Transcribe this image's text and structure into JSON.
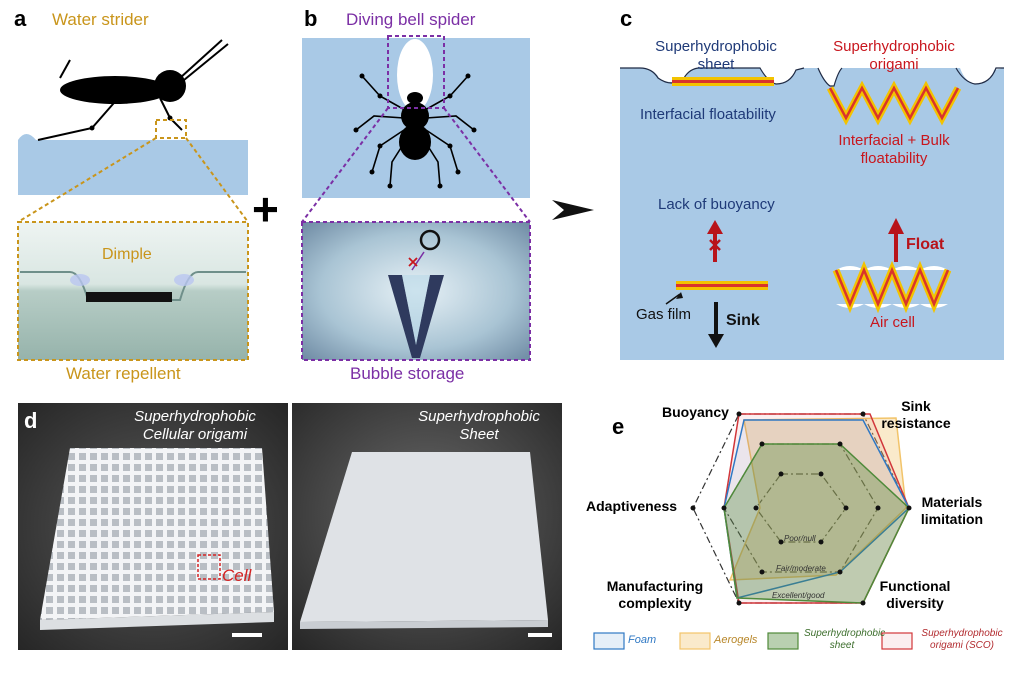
{
  "panel_a": {
    "label": "a",
    "title": "Water strider",
    "inset_label": "Dimple",
    "caption": "Water repellent",
    "color": "#c9951b"
  },
  "plus_sign": "+",
  "panel_b": {
    "label": "b",
    "title": "Diving bell spider",
    "caption": "Bubble storage",
    "color": "#7b2fa5"
  },
  "panel_c": {
    "label": "c",
    "sheet_title_line1": "Superhydrophobic",
    "sheet_title_line2": "sheet",
    "origami_title_line1": "Superhydrophobic",
    "origami_title_line2": "origami",
    "interfacial": "Interfacial floatability",
    "bulk_line1": "Interfacial + Bulk",
    "bulk_line2": "floatability",
    "lack": "Lack of buoyancy",
    "float": "Float",
    "gas_film": "Gas film",
    "sink": "Sink",
    "air_cell": "Air cell",
    "blue_text": "#1f3a78",
    "red_text": "#c8161d"
  },
  "panel_d": {
    "label": "d",
    "left_line1": "Superhydrophobic",
    "left_line2": "Cellular origami",
    "right_line1": "Superhydrophobic",
    "right_line2": "Sheet",
    "cell_label": "Cell"
  },
  "panel_e": {
    "label": "e",
    "axes": {
      "buoyancy": "Buoyancy",
      "sink_line1": "Sink",
      "sink_line2": "resistance",
      "materials_line1": "Materials",
      "materials_line2": "limitation",
      "functional_line1": "Functional",
      "functional_line2": "diversity",
      "manufacturing_line1": "Manufacturing",
      "manufacturing_line2": "complexity",
      "adaptiveness": "Adaptiveness"
    },
    "levels": [
      "Poor/null",
      "Fair/moderate",
      "Excellent/good"
    ],
    "legend": {
      "foam": "Foam",
      "aerogels": "Aerogels",
      "sheet_line1": "Superhydrophobic",
      "sheet_line2": "sheet",
      "origami_line1": "Superhydrophobic",
      "origami_line2": "origami (SCO)"
    },
    "colors": {
      "foam": "#2f78c4",
      "aerogels": "#f2c46a",
      "sheet": "#4f8a3a",
      "origami": "#d1363a"
    }
  }
}
